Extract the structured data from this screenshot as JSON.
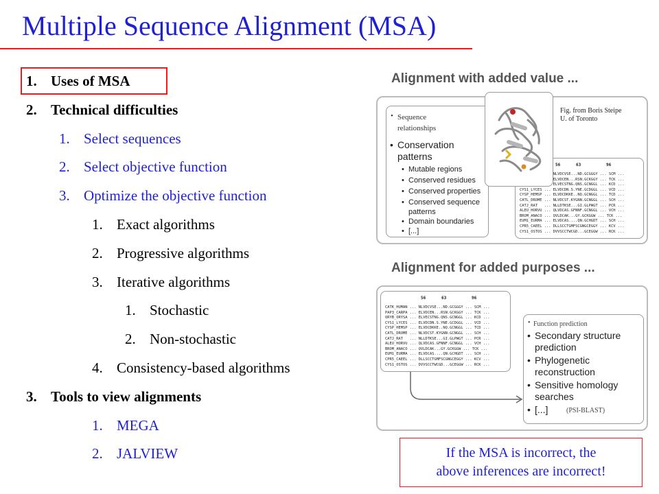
{
  "title": "Multiple Sequence Alignment (MSA)",
  "outline": [
    {
      "num": "1.",
      "text": "Uses of MSA",
      "level": 0
    },
    {
      "num": "2.",
      "text": "Technical difficulties",
      "level": 0
    },
    {
      "num": "1.",
      "text": "Select sequences",
      "level": 1
    },
    {
      "num": "2.",
      "text": "Select objective function",
      "level": 1
    },
    {
      "num": "3.",
      "text": "Optimize the objective function",
      "level": 1
    },
    {
      "num": "1.",
      "text": "Exact algorithms",
      "level": 2
    },
    {
      "num": "2.",
      "text": "Progressive algorithms",
      "level": 2
    },
    {
      "num": "3.",
      "text": "Iterative algorithms",
      "level": 2
    },
    {
      "num": "1.",
      "text": "Stochastic",
      "level": 3
    },
    {
      "num": "2.",
      "text": "Non-stochastic",
      "level": 3
    },
    {
      "num": "4.",
      "text": "Consistency-based algorithms",
      "level": 2
    },
    {
      "num": "3.",
      "text": "Tools to view alignments",
      "level": 0
    },
    {
      "num": "1.",
      "text": "MEGA",
      "level": 4
    },
    {
      "num": "2.",
      "text": "JALVIEW",
      "level": 4
    }
  ],
  "figure": {
    "top_heading": "Alignment with added value ...",
    "bottom_heading": "Alignment for added purposes ...",
    "credit_line1": "Fig. from Boris Steipe",
    "credit_line2": "U. of Toronto",
    "top_bullets": {
      "b1": "Sequence",
      "b1b": "relationships",
      "b2": "Conservation",
      "b2b": "patterns",
      "s1": "Mutable regions",
      "s2": "Conserved residues",
      "s3": "Conserved properties",
      "s4": "Conserved sequence",
      "s4b": "patterns",
      "s5": "Domain boundaries",
      "s6": "[...]"
    },
    "bottom_bullets": {
      "b1": "Function prediction",
      "b2": "Secondary structure",
      "b2b": "prediction",
      "b3": "Phylogenetic",
      "b3b": "reconstruction",
      "b4": "Sensitive homology",
      "b4b": "searches",
      "b5": "[...]",
      "b5note": "(PSI-BLAST)"
    },
    "ruler": [
      "56",
      "63",
      "96"
    ],
    "alignment_rows": [
      "CATK_HUMAN ... NLVDCVSE...ND.GCGGGY ... SCM ...",
      "PAP3_CARPA ... ELVDCEN...RSN.GCKGGY ... TCK ...",
      "ORYB_ORYSA ... ELVECSTNG.QNS.GCNGGL ... KCD ...",
      "CYS1_LYCES ... ELVDCDN.S.YNE.GCDGGL ... VCD ...",
      "CYSP_HEMSP ... ELVDCDKKE..NQ.GCNGGL ... TCD ...",
      "CATL_DROME ... NLVDCST.KYGNN.GCNGGL ... SCH ...",
      "CATJ_RAT   ... NLLDTKSE...GI.GLPWGT ... PCR ...",
      "ALEU_HORVU ... QLVDCAS.GFNNF.GCNGGL ... VCH ...",
      "BROM_ANACO ... QVLDCAK...GY.GCKGGW ... TCK ...",
      "EUM1_EURMA ... ELVDCAS....QN.GCHGDT ... SCH ...",
      "CPR5_CAEEL ... DLLSCCTGMFSCGNGCEGGY ... KCV ...",
      "CYS1_OSTOS ... DVVSCCTWCGD...GCEGGW ... RCK ..."
    ],
    "callout_line1": "If the MSA is incorrect, the",
    "callout_line2": "above inferences are incorrect!"
  }
}
